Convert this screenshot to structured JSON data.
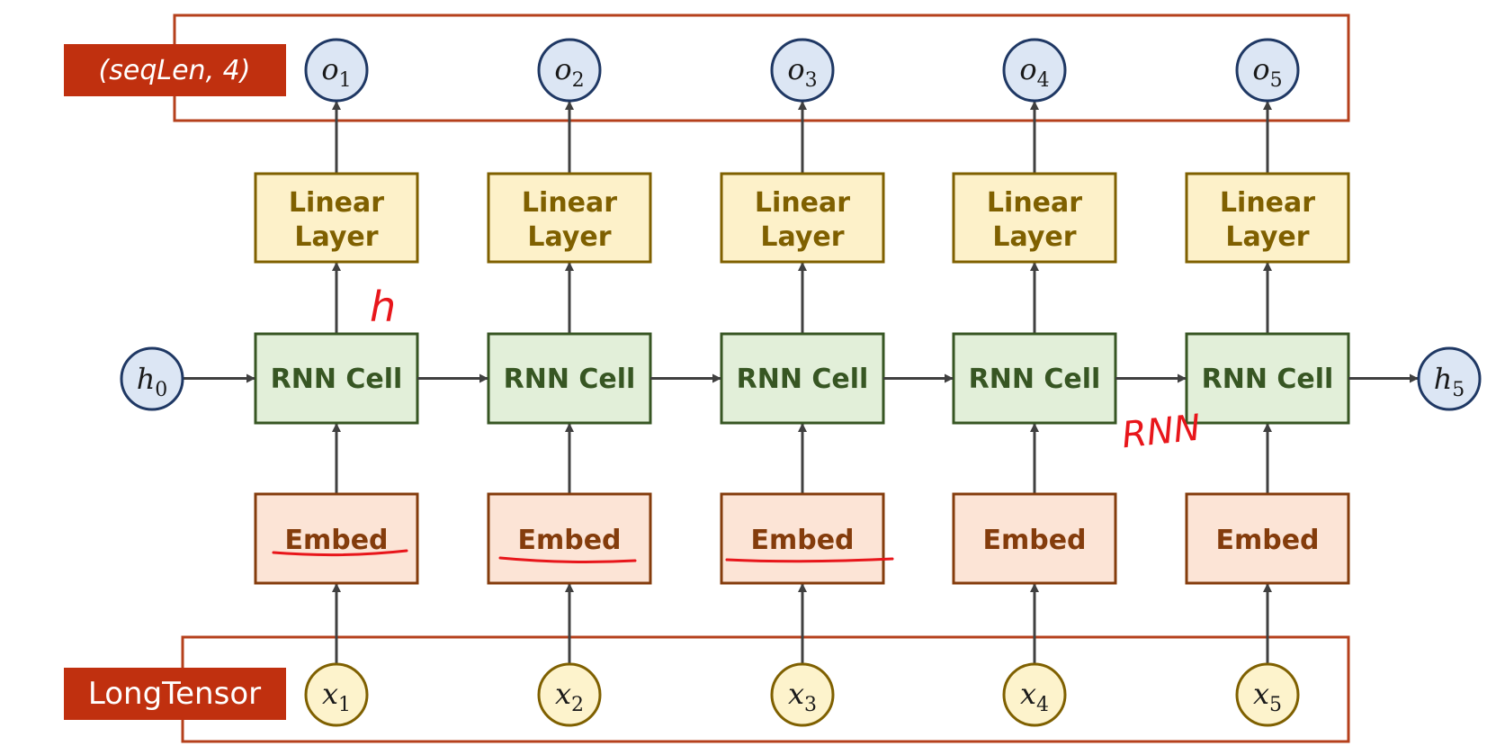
{
  "tags": {
    "output_shape": "(seqLen, 4)",
    "input_type": "LongTensor"
  },
  "outputs": [
    {
      "base": "o",
      "sub": "1"
    },
    {
      "base": "o",
      "sub": "2"
    },
    {
      "base": "o",
      "sub": "3"
    },
    {
      "base": "o",
      "sub": "4"
    },
    {
      "base": "o",
      "sub": "5"
    }
  ],
  "inputs": [
    {
      "base": "x",
      "sub": "1"
    },
    {
      "base": "x",
      "sub": "2"
    },
    {
      "base": "x",
      "sub": "3"
    },
    {
      "base": "x",
      "sub": "4"
    },
    {
      "base": "x",
      "sub": "5"
    }
  ],
  "hidden_start": {
    "base": "h",
    "sub": "0"
  },
  "hidden_end": {
    "base": "h",
    "sub": "5"
  },
  "linear_layer": {
    "line1": "Linear",
    "line2": "Layer"
  },
  "rnn_cell_label": "RNN Cell",
  "embed_label": "Embed",
  "annotations": {
    "h_note": "h",
    "rnn_note": "RNN"
  },
  "colors": {
    "node_fill": "#dce6f4",
    "node_stroke": "#1f3864",
    "input_fill": "#fdf3cc",
    "input_stroke": "#7f6000",
    "linear_fill": "#fdf1c9",
    "linear_stroke": "#7f6000",
    "linear_text": "#7f6000",
    "rnn_fill": "#e2efd9",
    "rnn_stroke": "#375623",
    "rnn_text": "#375623",
    "embed_fill": "#fce4d6",
    "embed_stroke": "#843c0c",
    "embed_text": "#843c0c",
    "tag_fill": "#c0300f",
    "frame_stroke": "#b5401c",
    "arrow": "#404040",
    "ink": "#e8161b"
  }
}
